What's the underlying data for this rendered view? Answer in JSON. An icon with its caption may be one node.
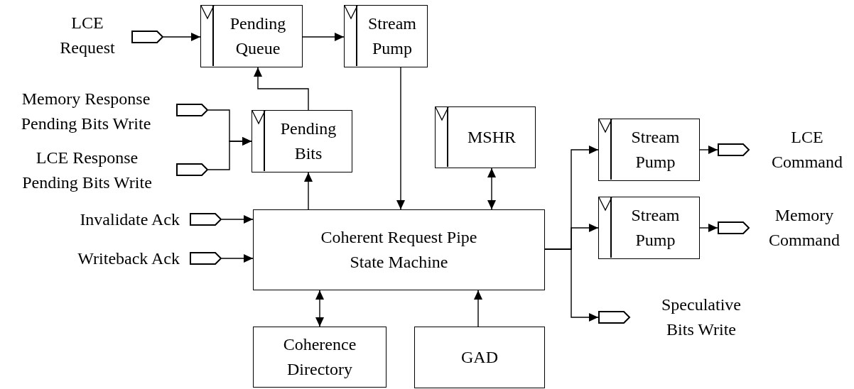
{
  "diagram": {
    "nodes": [
      {
        "text": [],
        "shape": "port",
        "beside": [
          "LCE Request"
        ]
      },
      {
        "text": [
          "Pending Queue"
        ]
      },
      {
        "text": [
          "Stream Pump"
        ]
      },
      {
        "text": [],
        "shape": "port",
        "beside": [
          "Memory Response Pending Bits Write"
        ]
      },
      {
        "text": [
          "Pending Bits"
        ]
      },
      {
        "text": [],
        "shape": "port",
        "beside": [
          "LCE Response Pending Bits Write"
        ]
      },
      {
        "text": [
          "MSHR"
        ]
      },
      {
        "text": [
          "Stream Pump"
        ]
      },
      {
        "text": [],
        "shape": "port",
        "beside": [
          "LCE Command"
        ]
      },
      {
        "text": [
          "Stream Pump"
        ]
      },
      {
        "text": [],
        "shape": "port",
        "beside": [
          "Memory Command"
        ]
      },
      {
        "text": [],
        "shape": "port",
        "beside": [
          "Invalidate Ack"
        ]
      },
      {
        "text": [],
        "shape": "port",
        "beside": [
          "Writeback Ack"
        ]
      },
      {
        "text": [
          "Coherent Request Pipe State Machine"
        ]
      },
      {
        "text": [],
        "shape": "port",
        "beside": [
          "Speculative Bits Write"
        ]
      },
      {
        "text": [
          "Coherence Directory"
        ]
      },
      {
        "text": [
          "GAD"
        ]
      }
    ],
    "edges": [
      {
        "from": 0,
        "to": 1,
        "arrow": "to"
      },
      {
        "from": 1,
        "to": 2,
        "arrow": "to"
      },
      {
        "from": 3,
        "to": 4,
        "arrow": "to"
      },
      {
        "from": 5,
        "to": 4,
        "arrow": "to"
      },
      {
        "from": 4,
        "to": 1,
        "arrow": "to"
      },
      {
        "from": 13,
        "to": 4,
        "arrow": "to"
      },
      {
        "from": 2,
        "to": 13,
        "arrow": "to"
      },
      {
        "from": 6,
        "to": 13,
        "arrow": "both"
      },
      {
        "from": 11,
        "to": 13,
        "arrow": "to"
      },
      {
        "from": 12,
        "to": 13,
        "arrow": "to"
      },
      {
        "from": 15,
        "to": 13,
        "arrow": "both"
      },
      {
        "from": 16,
        "to": 13,
        "arrow": "to"
      },
      {
        "from": 13,
        "to": 7,
        "arrow": "to"
      },
      {
        "from": 13,
        "to": 9,
        "arrow": "to"
      },
      {
        "from": 13,
        "to": 14,
        "arrow": "to"
      },
      {
        "from": 7,
        "to": 8,
        "arrow": "to"
      },
      {
        "from": 9,
        "to": 10,
        "arrow": "to"
      }
    ]
  }
}
